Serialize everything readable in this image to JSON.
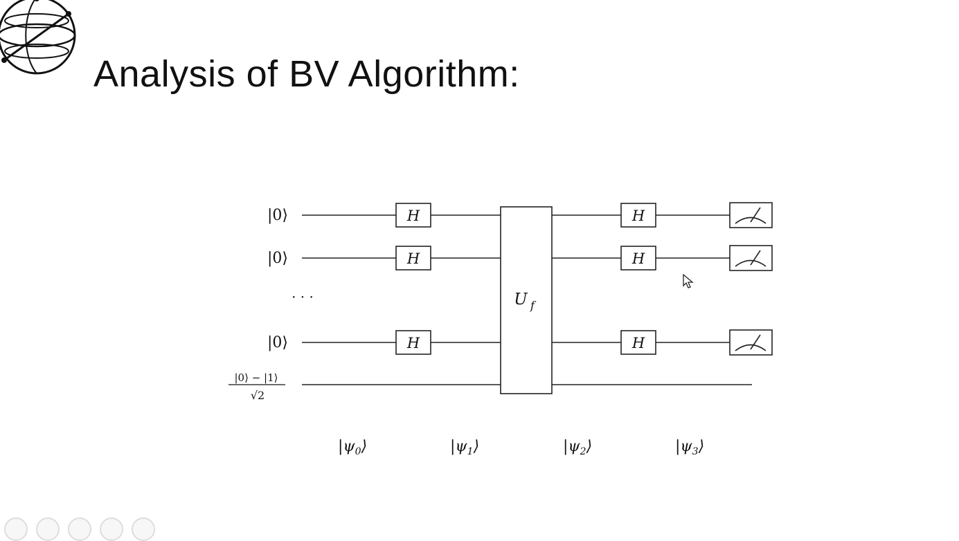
{
  "slide": {
    "title": "Analysis of BV Algorithm:"
  },
  "circuit": {
    "inputs": [
      "|0⟩",
      "|0⟩",
      "|0⟩"
    ],
    "ellipsis": "· · ·",
    "ancilla": {
      "numerator": "|0⟩ − |1⟩",
      "denominator": "√2"
    },
    "gate_label": "H",
    "oracle_label": "U",
    "oracle_subscript": "f",
    "states": [
      {
        "psi": "|ψ",
        "sub": "0",
        "close": "⟩"
      },
      {
        "psi": "|ψ",
        "sub": "1",
        "close": "⟩"
      },
      {
        "psi": "|ψ",
        "sub": "2",
        "close": "⟩"
      },
      {
        "psi": "|ψ",
        "sub": "3",
        "close": "⟩"
      }
    ]
  },
  "icons": {
    "logo": "bloch-sphere-icon",
    "measure": "meter-icon",
    "cursor": "mouse-pointer-icon"
  }
}
